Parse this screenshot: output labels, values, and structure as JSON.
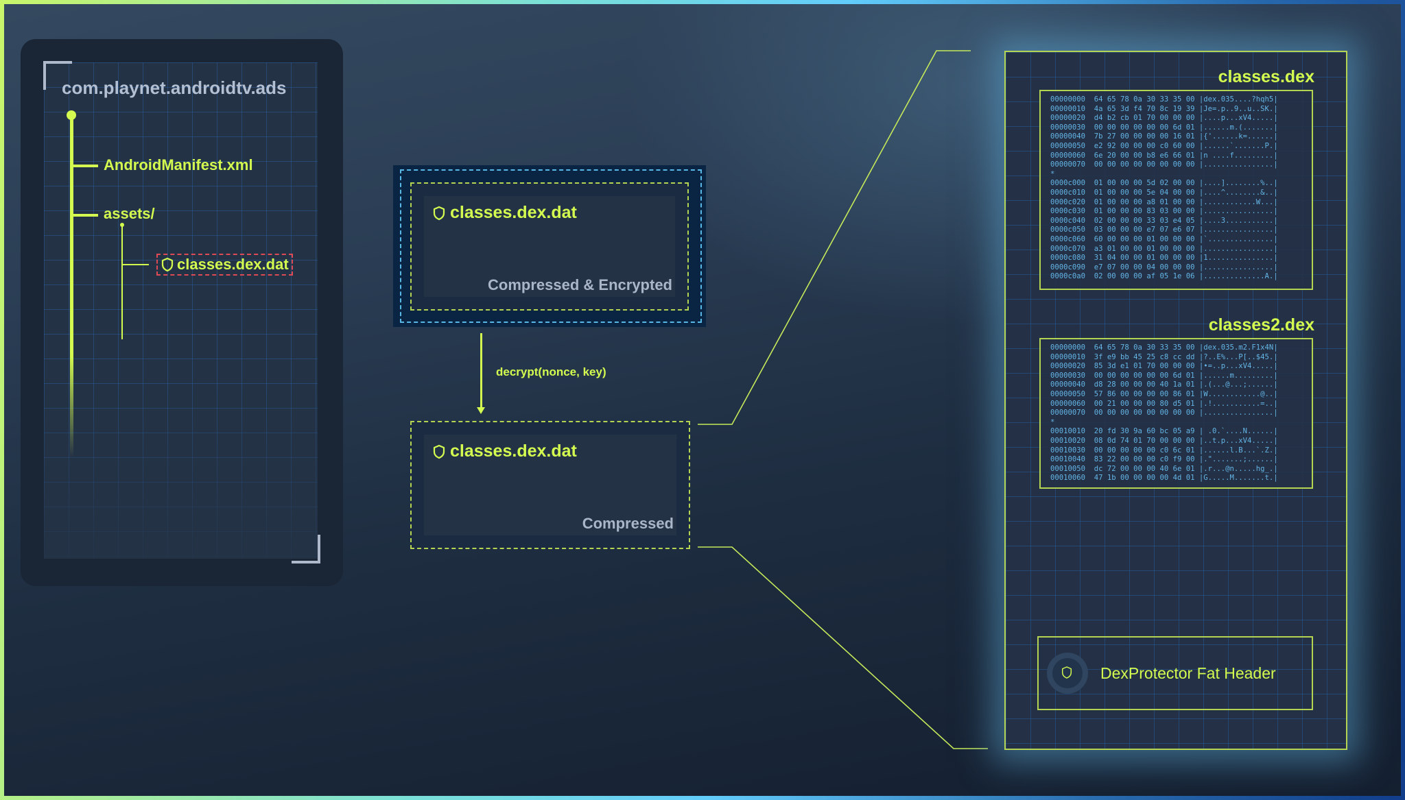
{
  "colors": {
    "accent": "#d4fb4f",
    "muted_text": "#a9b6ca",
    "hex_text": "#64b5e6",
    "highlight_dash": "#e04a55",
    "encrypted_dash": "#5ab8e6"
  },
  "apk_tree": {
    "package_name": "com.playnet.androidtv.ads",
    "items": [
      {
        "label": "AndroidManifest.xml",
        "icon": null
      },
      {
        "label": "assets/",
        "icon": null
      }
    ],
    "asset_child": {
      "label": "classes.dex.dat",
      "icon": "shield-icon",
      "highlighted": true
    }
  },
  "pipeline": {
    "encrypted": {
      "filename": "classes.dex.dat",
      "icon": "shield-icon",
      "state": "Compressed & Encrypted"
    },
    "step_label": "decrypt(nonce, key)",
    "decrypted": {
      "filename": "classes.dex.dat",
      "icon": "shield-icon",
      "state": "Compressed"
    }
  },
  "output": {
    "dex_files": [
      {
        "name": "classes.dex",
        "hexdump": [
          "00000000  64 65 78 0a 30 33 35 00 |dex.035....?hqh5|",
          "00000010  4a 65 3d f4 70 8c 19 39 |Je=.p..9..u..SK.|",
          "00000020  d4 b2 cb 01 70 00 00 00 |....p...xV4.....|",
          "00000030  00 00 00 00 00 00 6d 01 |......m.(.......|",
          "00000040  7b 27 00 00 00 00 16 01 |{'......k=......|",
          "00000050  e2 92 00 00 00 c0 60 00 |......`.......P.|",
          "00000060  6e 20 00 00 b8 e6 66 01 |n ....f.........|",
          "00000070  00 00 00 00 00 00 00 00 |................|",
          "*",
          "0000c000  01 00 00 00 5d 02 00 00 |....]........%..|",
          "0000c010  01 00 00 00 5e 04 00 00 |....^........&..|",
          "0000c020  01 00 00 00 a8 01 00 00 |............W...|",
          "0000c030  01 00 00 00 83 03 00 00 |................|",
          "0000c040  02 00 00 00 33 03 e4 05 |....3...........|",
          "0000c050  03 00 00 00 e7 07 e6 07 |................|",
          "0000c060  60 00 00 00 01 00 00 00 |`...............|",
          "0000c070  a3 01 00 00 01 00 00 00 |................|",
          "0000c080  31 04 00 00 01 00 00 00 |1...............|",
          "0000c090  e7 07 00 00 04 00 00 00 |................|",
          "0000c0a0  02 00 00 00 af 05 1e 06 |..............A.|"
        ]
      },
      {
        "name": "classes2.dex",
        "hexdump": [
          "00000000  64 65 78 0a 30 33 35 00 |dex.035.m2.F1x4N|",
          "00000010  3f e9 bb 45 25 c8 cc dd |?..E%...P[..$45.|",
          "00000020  85 3d e1 01 70 00 00 00 |•=..p...xV4.....|",
          "00000030  00 00 00 00 00 00 6d 01 |......m.........|",
          "00000040  d8 28 00 00 00 40 1a 01 |.(...@...;......|",
          "00000050  57 86 00 00 00 00 86 01 |W............@..|",
          "00000060  00 21 00 00 00 80 d5 01 |.!...........=..|",
          "00000070  00 00 00 00 00 00 00 00 |................|",
          "*",
          "00010010  20 fd 30 9a 60 bc 05 a9 | .0.`....N......|",
          "00010020  08 0d 74 01 70 00 00 00 |..t.p...xV4.....|",
          "00010030  00 00 00 00 00 c0 6c 01 |......l.B...`.Z.|",
          "00010040  83 22 00 00 00 c0 f9 00 |.\".......;......|",
          "00010050  dc 72 00 00 00 40 6e 01 |.r...@n.....hg_.|",
          "00010060  47 1b 00 00 00 00 4d 01 |G.....M.......t.|"
        ]
      }
    ],
    "fat_header": {
      "label": "DexProtector Fat Header",
      "icon": "shield-icon"
    }
  }
}
